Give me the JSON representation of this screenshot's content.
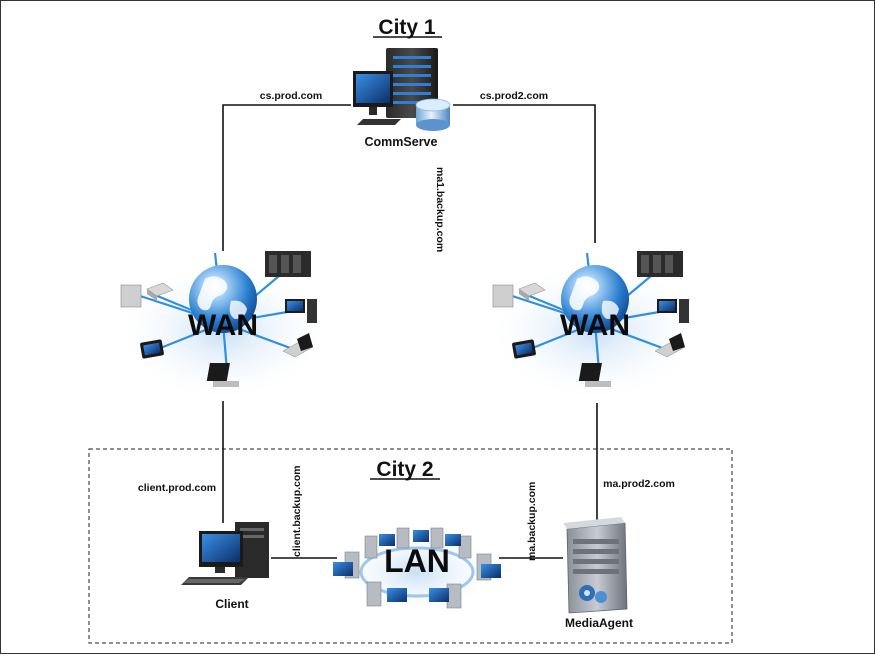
{
  "cities": {
    "city1": "City 1",
    "city2": "City 2"
  },
  "nodes": {
    "commserve": "CommServe",
    "wan_left": "WAN",
    "wan_right": "WAN",
    "lan": "LAN",
    "client": "Client",
    "mediaagent": "MediaAgent"
  },
  "links": {
    "cs_prod": "cs.prod.com",
    "cs_prod2": "cs.prod2.com",
    "ma1_backup": "ma1.backup.com",
    "client_prod": "client.prod.com",
    "client_backup": "client.backup.com",
    "ma_backup": "ma.backup.com",
    "ma_prod2": "ma.prod2.com"
  },
  "colors": {
    "line": "#111111",
    "globe_blue": "#2b7fd0",
    "link_blue": "#2f8fe0",
    "city2_border": "#222222"
  }
}
